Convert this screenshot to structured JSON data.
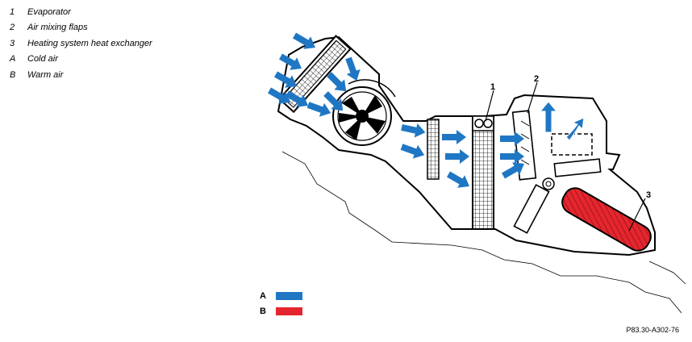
{
  "legend": [
    {
      "key": "1",
      "text": "Evaporator"
    },
    {
      "key": "2",
      "text": "Air mixing flaps"
    },
    {
      "key": "3",
      "text": "Heating system heat exchanger"
    },
    {
      "key": "A",
      "text": "Cold air"
    },
    {
      "key": "B",
      "text": "Warm air"
    }
  ],
  "callouts": {
    "c1": "1",
    "c2": "2",
    "c3": "3"
  },
  "swatches": [
    {
      "key": "A",
      "color": "#1f77c4"
    },
    {
      "key": "B",
      "color": "#e5262e"
    }
  ],
  "colors": {
    "cold_air": "#1f77c4",
    "warm_air": "#e5262e",
    "outline": "#000000"
  },
  "reference": "P83.30-A302-76"
}
